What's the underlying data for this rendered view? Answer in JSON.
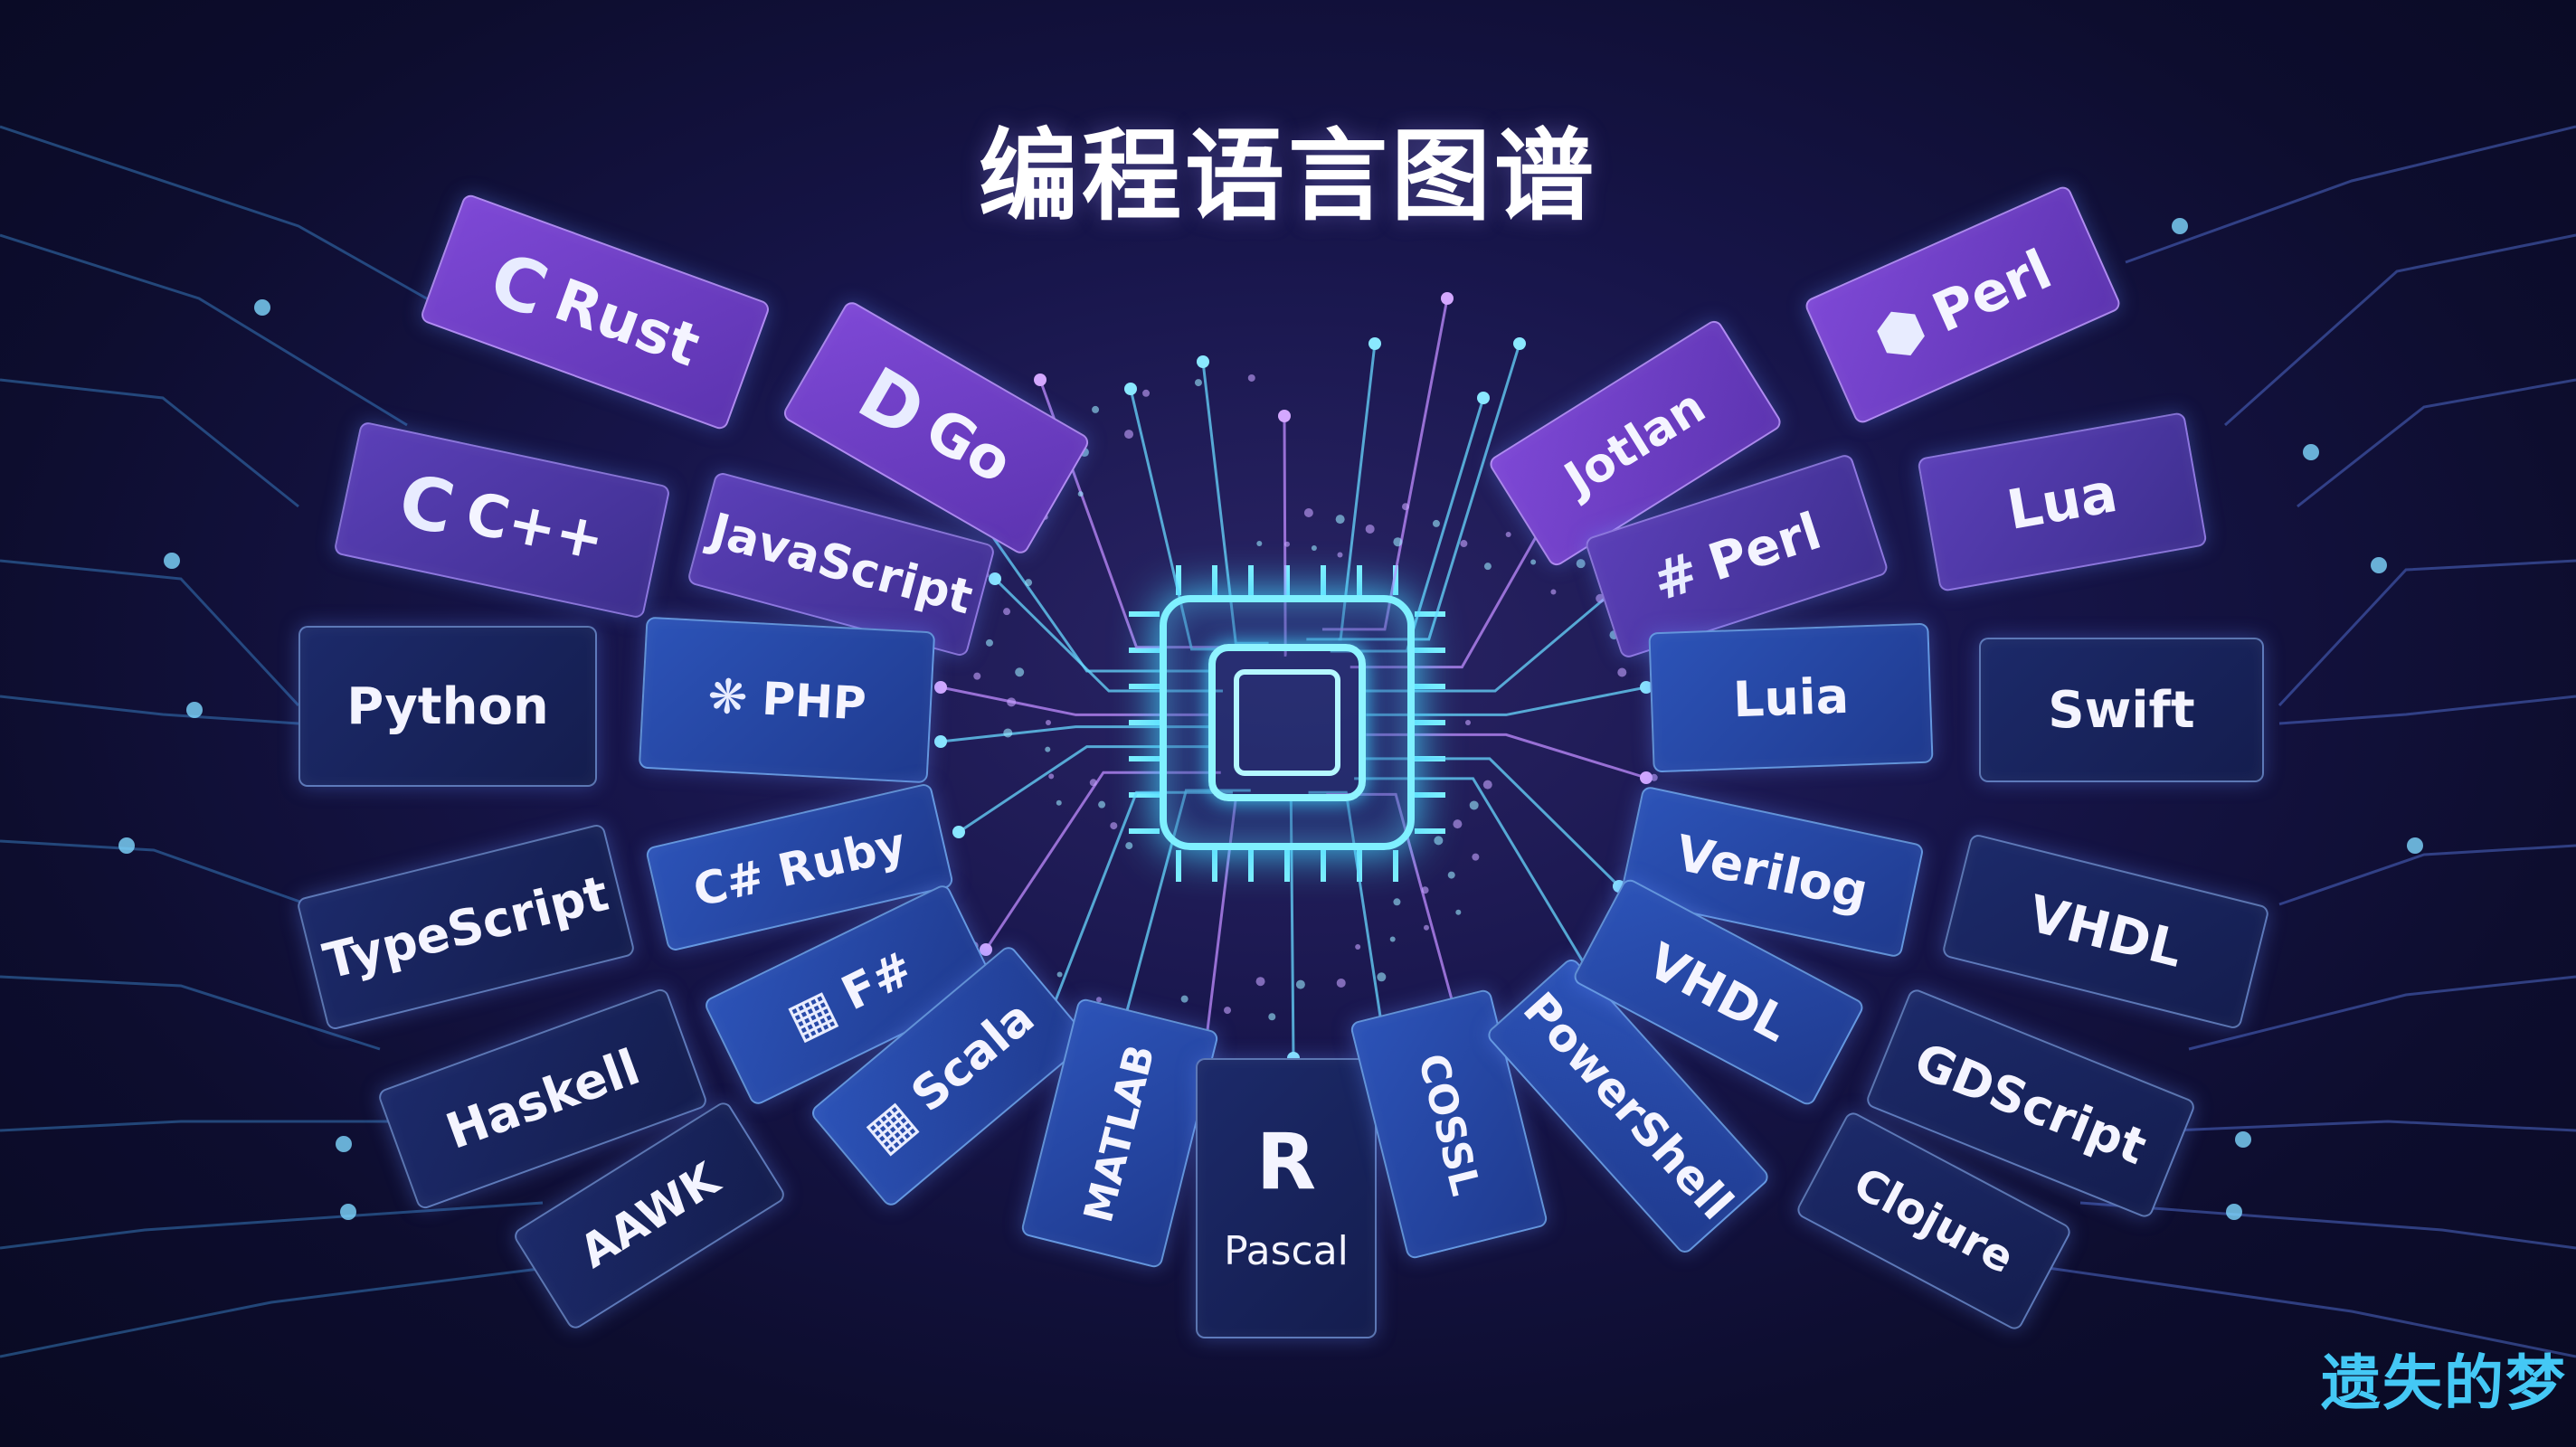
{
  "title": "编程语言图谱",
  "watermark": "遗失的梦",
  "colors": {
    "accent_cyan": "#7ff0ff",
    "purple": "#7e48d6",
    "blue": "#2c53b8",
    "navy": "#141d4e"
  },
  "center_icon": "cpu-chip-icon",
  "cards": [
    {
      "label": "Rust",
      "icon_text": "C"
    },
    {
      "label": "Go",
      "icon_text": "D"
    },
    {
      "label": "C++",
      "icon_text": "C"
    },
    {
      "label": "JavaScript"
    },
    {
      "label": "Python"
    },
    {
      "label": "PHP",
      "icon": "snowflake-icon"
    },
    {
      "label": "C# Ruby"
    },
    {
      "label": "TypeScript"
    },
    {
      "label": "F#",
      "icon": "blocks-icon"
    },
    {
      "label": "Haskell"
    },
    {
      "label": "Scala",
      "icon": "blocks-icon"
    },
    {
      "label": "AAWK"
    },
    {
      "label": "MATLAB"
    },
    {
      "label": "R",
      "sub": "Pascal"
    },
    {
      "label": "COSSL"
    },
    {
      "label": "PowerShell"
    },
    {
      "label": "Perl",
      "icon": "cube-icon"
    },
    {
      "label": "Jotlan"
    },
    {
      "label": "Perl",
      "icon_text": "#"
    },
    {
      "label": "Lua"
    },
    {
      "label": "Luia"
    },
    {
      "label": "Swift"
    },
    {
      "label": "Verilog"
    },
    {
      "label": "VHDL"
    },
    {
      "label": "VHDL"
    },
    {
      "label": "GDScript"
    },
    {
      "label": "Clojure"
    }
  ]
}
